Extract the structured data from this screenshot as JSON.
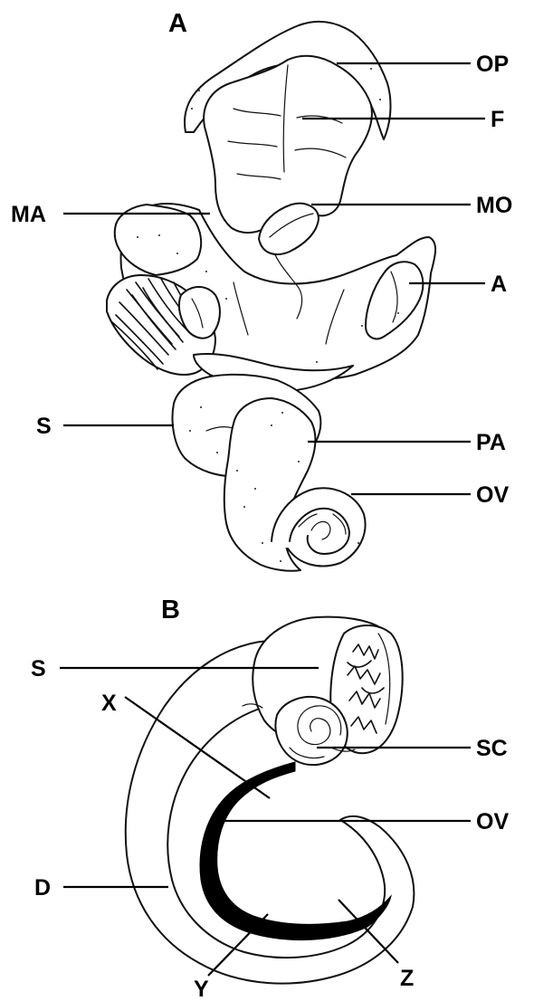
{
  "panel_a": {
    "title": "A",
    "labels": {
      "op": "OP",
      "f": "F",
      "ma": "MA",
      "mo": "MO",
      "a": "A",
      "s": "S",
      "pa": "PA",
      "ov": "OV"
    }
  },
  "panel_b": {
    "title": "B",
    "labels": {
      "s": "S",
      "x": "X",
      "sc": "SC",
      "ov": "OV",
      "d": "D",
      "y": "Y",
      "z": "Z"
    }
  }
}
